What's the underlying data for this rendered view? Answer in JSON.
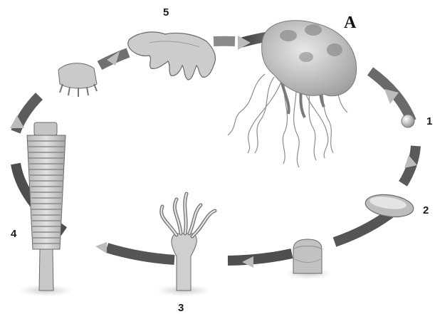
{
  "labels": {
    "stage_1": "1",
    "stage_2": "2",
    "stage_3": "3",
    "stage_4": "4",
    "stage_5": "5",
    "letter_a": "A"
  },
  "stages": [
    {
      "id": "medusa",
      "icon": "adult-jellyfish-medusa",
      "label": "A"
    },
    {
      "id": "stage-1",
      "icon": "egg-planula-sphere",
      "label": "1"
    },
    {
      "id": "stage-2",
      "icon": "planula-larva",
      "label": "2"
    },
    {
      "id": "stage-settled",
      "icon": "settled-polyp-bud"
    },
    {
      "id": "stage-3",
      "icon": "scyphistoma-polyp",
      "label": "3"
    },
    {
      "id": "stage-4",
      "icon": "strobila",
      "label": "4"
    },
    {
      "id": "stage-disc",
      "icon": "released-ephyra-disc"
    },
    {
      "id": "stage-5",
      "icon": "ephyra",
      "label": "5"
    }
  ],
  "colors": {
    "cycle_arrow": "#4a4a4a",
    "organism_fill": "#cfcfcf",
    "organism_dark": "#8a8a8a",
    "base": "#dcdcdc"
  }
}
